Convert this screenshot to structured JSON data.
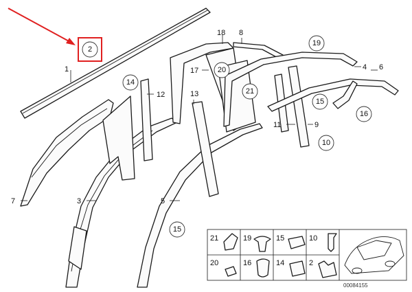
{
  "callouts": {
    "n1": "1",
    "n2": "2",
    "n3": "3",
    "n4": "4",
    "n5": "5",
    "n6": "6",
    "n7": "7",
    "n8": "8",
    "n9": "9",
    "n10": "10",
    "n11": "11",
    "n12": "12",
    "n13": "13",
    "n14": "14",
    "n15a": "15",
    "n15b": "15",
    "n16": "16",
    "n17": "17",
    "n18": "18",
    "n19": "19",
    "n20": "20",
    "n21": "21"
  },
  "legend": {
    "c21": "21",
    "c19": "19",
    "c15": "15",
    "c10": "10",
    "c20": "20",
    "c16": "16",
    "c14": "14",
    "c2": "2"
  },
  "image_code": "00084155",
  "colors": {
    "highlight": "#e02020",
    "line": "#1a1a1a"
  }
}
